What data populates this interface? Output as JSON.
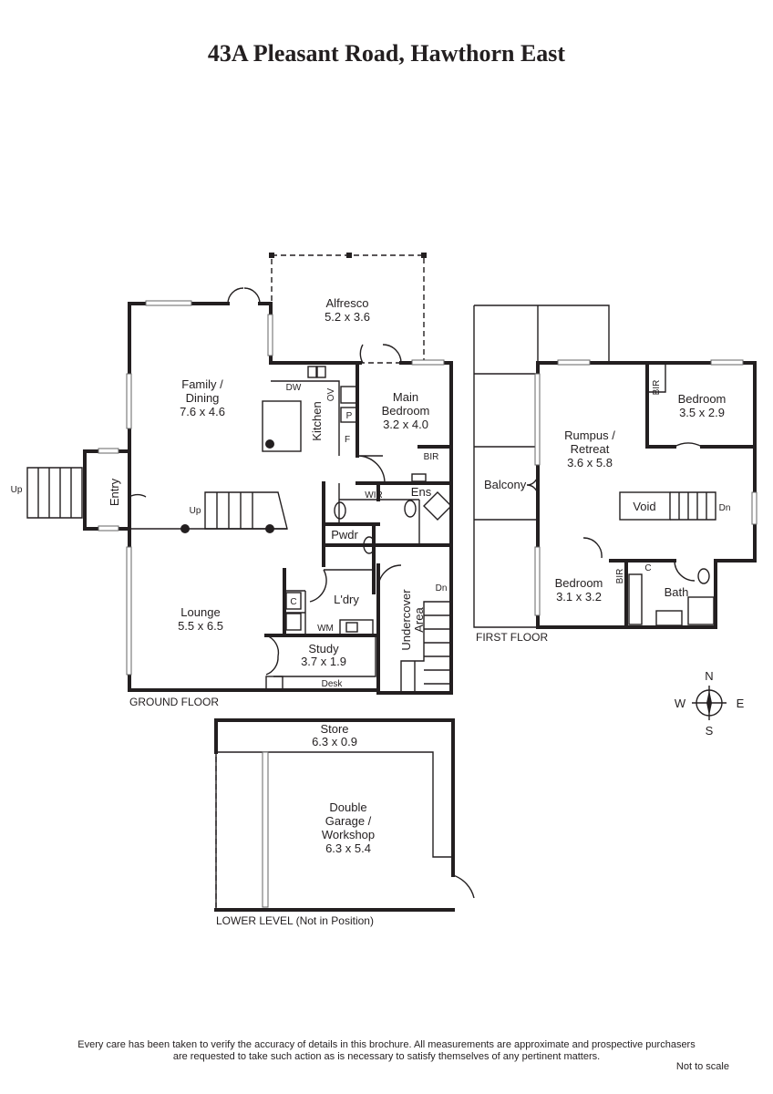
{
  "title": "43A Pleasant Road, Hawthorn East",
  "ground_floor": {
    "label": "GROUND FLOOR",
    "rooms": {
      "alfresco": {
        "name": "Alfresco",
        "size": "5.2 x 3.6"
      },
      "family": {
        "name1": "Family /",
        "name2": "Dining",
        "size": "7.6 x 4.6"
      },
      "kitchen": "Kitchen",
      "main_bedroom": {
        "name1": "Main",
        "name2": "Bedroom",
        "size": "3.2 x 4.0"
      },
      "entry": "Entry",
      "wir": "WIR",
      "ens": "Ens",
      "pwdr": "Pwdr",
      "bir": "BIR",
      "lounge": {
        "name": "Lounge",
        "size": "5.5 x 6.5"
      },
      "ldry": "L'dry",
      "study": {
        "name": "Study",
        "size": "3.7 x 1.9"
      },
      "undercover": {
        "name1": "Undercover",
        "name2": "Area"
      }
    },
    "fixtures": {
      "dw": "DW",
      "ov": "OV",
      "p": "P",
      "f": "F",
      "c": "C",
      "wm": "WM",
      "desk": "Desk",
      "up": "Up",
      "dn": "Dn"
    }
  },
  "first_floor": {
    "label": "FIRST FLOOR",
    "rooms": {
      "rumpus": {
        "name1": "Rumpus /",
        "name2": "Retreat",
        "size": "3.6 x 5.8"
      },
      "bedroom1": {
        "name": "Bedroom",
        "size": "3.5 x 2.9"
      },
      "bedroom2": {
        "name": "Bedroom",
        "size": "3.1 x 3.2"
      },
      "balcony": "Balcony",
      "void": "Void",
      "bath": "Bath",
      "bir": "BIR"
    }
  },
  "lower_level": {
    "label": "LOWER LEVEL (Not in Position)",
    "rooms": {
      "store": {
        "name": "Store",
        "size": "6.3 x 0.9"
      },
      "garage": {
        "name1": "Double",
        "name2": "Garage /",
        "name3": "Workshop",
        "size": "6.3 x 5.4"
      }
    }
  },
  "compass": {
    "n": "N",
    "s": "S",
    "e": "E",
    "w": "W"
  },
  "disclaimer": {
    "line1": "Every care has been taken to verify the accuracy of details in this brochure.  All measurements are approximate and prospective purchasers",
    "line2": "are requested to take such action as is necessary to satisfy themselves of any pertinent matters."
  },
  "not_to_scale": "Not to scale"
}
